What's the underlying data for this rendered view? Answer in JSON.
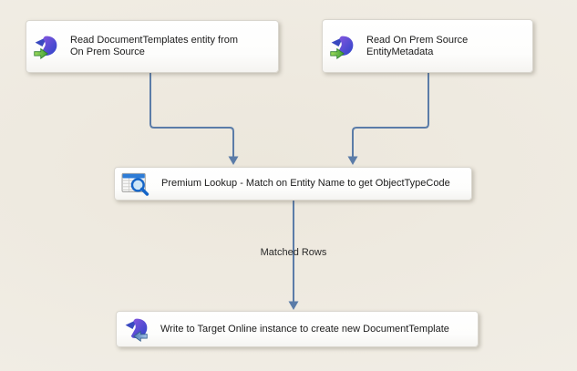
{
  "components": [
    {
      "label": "Read DocumentTemplates entity from On Prem Source",
      "icon": "dataverse-source-icon"
    },
    {
      "label": "Read On Prem Source EntityMetadata",
      "icon": "dataverse-source-icon"
    },
    {
      "label": "Premium Lookup - Match on Entity Name to get ObjectTypeCode",
      "icon": "lookup-icon"
    },
    {
      "label": "Write to Target Online instance to create new DocumentTemplate",
      "icon": "dataverse-destination-icon"
    }
  ],
  "connectors": [
    {
      "from": "Read DocumentTemplates entity from On Prem Source",
      "to": "Premium Lookup - Match on Entity Name to get ObjectTypeCode",
      "label": ""
    },
    {
      "from": "Read On Prem Source EntityMetadata",
      "to": "Premium Lookup - Match on Entity Name to get ObjectTypeCode",
      "label": ""
    },
    {
      "from": "Premium Lookup - Match on Entity Name to get ObjectTypeCode",
      "to": "Write to Target Online instance to create new DocumentTemplate",
      "label": "Matched Rows"
    }
  ],
  "colors": {
    "surface": "#F0ECE3",
    "connector": "#5B7CA8",
    "box_fill": "#FFFFFF",
    "box_border": "#D9D6CE",
    "lookup_header_blue": "#2E7CD6",
    "magnifier_blue": "#1565C8",
    "source_arrow_green": "#55B949",
    "destination_arrow_blue": "#6F9FD8",
    "dataverse_purple": "#8A57E0",
    "dataverse_indigo": "#2B44C8"
  }
}
